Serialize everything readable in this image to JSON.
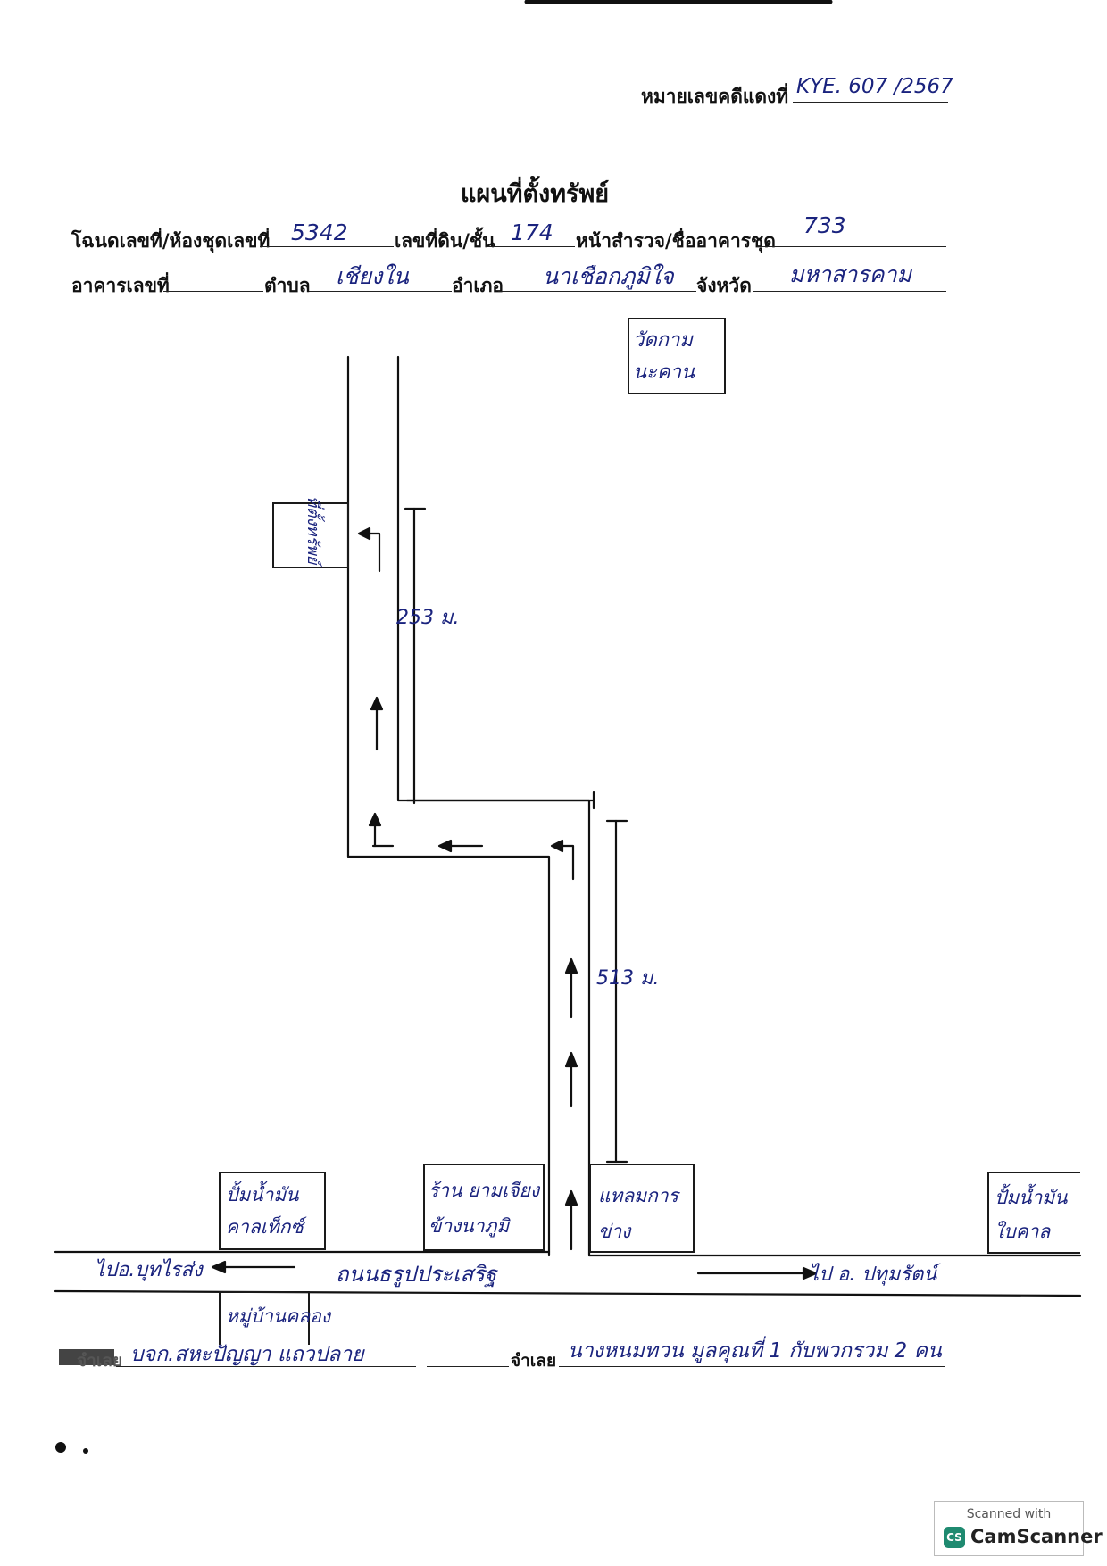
{
  "header": {
    "deed_label": "หมายเลขคดีแดงที่",
    "deed_value": "KYE. 607 /2567",
    "title": "แผนที่ตั้งทรัพย์",
    "row1": {
      "title_deed_label": "โฉนดเลขที่/ห้องชุดเลขที่",
      "title_deed_value": "5342",
      "land_no_label": "เลขที่ดิน/ชั้น",
      "land_no_value": "174",
      "survey_label": "หน้าสำรวจ/ชื่ออาคารชุด",
      "survey_value": "733"
    },
    "row2": {
      "building_label": "อาคารเลขที่",
      "building_value": "",
      "subdistrict_label": "ตำบล",
      "subdistrict_value": "เชียงใน",
      "district_label": "อำเภอ",
      "district_value": "นาเชือกภูมิใจ",
      "province_label": "จังหวัด",
      "province_value": "มหาสารคาม"
    }
  },
  "map": {
    "temple_label": "วัดกาม นะคาน",
    "target_label": "ที่ตั้งทรัพย์",
    "dist_upper": "253 ม.",
    "dist_lower": "513 ม.",
    "gas_left": "ปั้มน้ำมัน คาลเท็กซ์",
    "shop_middle": "ร้าน ยามเจียง ข้างนาภูมิ",
    "hospital_box": "แทลมการ ข่าง",
    "gas_right": "ปั้มน้ำมัน ใบคาล",
    "road_name": "ถนนธรูปประเสริฐ",
    "to_left": "ไปอ.บุทไรส่ง",
    "to_right": "ไป อ. ปทุมรัตน์",
    "bottom_box": "หมู่บ้านคลอง"
  },
  "footer": {
    "owner_prefix": "จำเลย",
    "owner_value": "บจก.สหะปัญญา แถวปลาย",
    "defendant_label": "จำเลย",
    "defendant_value": "นางหนมทวน มูลคุณที่ 1 กับพวกรวม 2 คน"
  },
  "scanner": {
    "top_text": "Scanned with",
    "logo_text": "CS",
    "name": "CamScanner"
  }
}
